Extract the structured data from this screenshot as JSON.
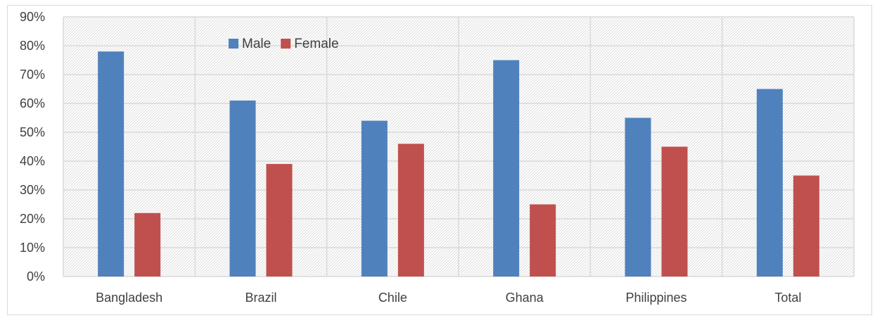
{
  "chart_data": {
    "type": "bar",
    "categories": [
      "Bangladesh",
      "Brazil",
      "Chile",
      "Ghana",
      "Philippines",
      "Total"
    ],
    "series": [
      {
        "name": "Male",
        "values": [
          78,
          61,
          54,
          75,
          55,
          65
        ],
        "color": "#4F81BD"
      },
      {
        "name": "Female",
        "values": [
          22,
          39,
          46,
          25,
          45,
          35
        ],
        "color": "#C0504D"
      }
    ],
    "ylim": [
      0,
      90
    ],
    "y_tick_step": 10,
    "y_tick_format": "percent",
    "grid": true,
    "legend_position": "top-center",
    "plot_background": "hatched",
    "title": "",
    "xlabel": "",
    "ylabel": ""
  }
}
